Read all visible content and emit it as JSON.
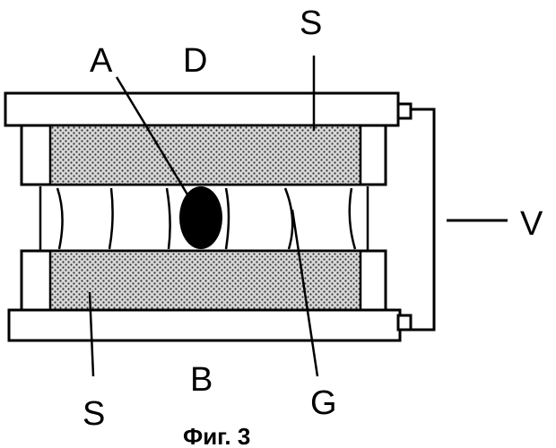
{
  "labels": {
    "top_s": "S",
    "a": "A",
    "d": "D",
    "v": "V",
    "b": "B",
    "bottom_s": "S",
    "g": "G"
  },
  "caption": "Фиг. 3"
}
